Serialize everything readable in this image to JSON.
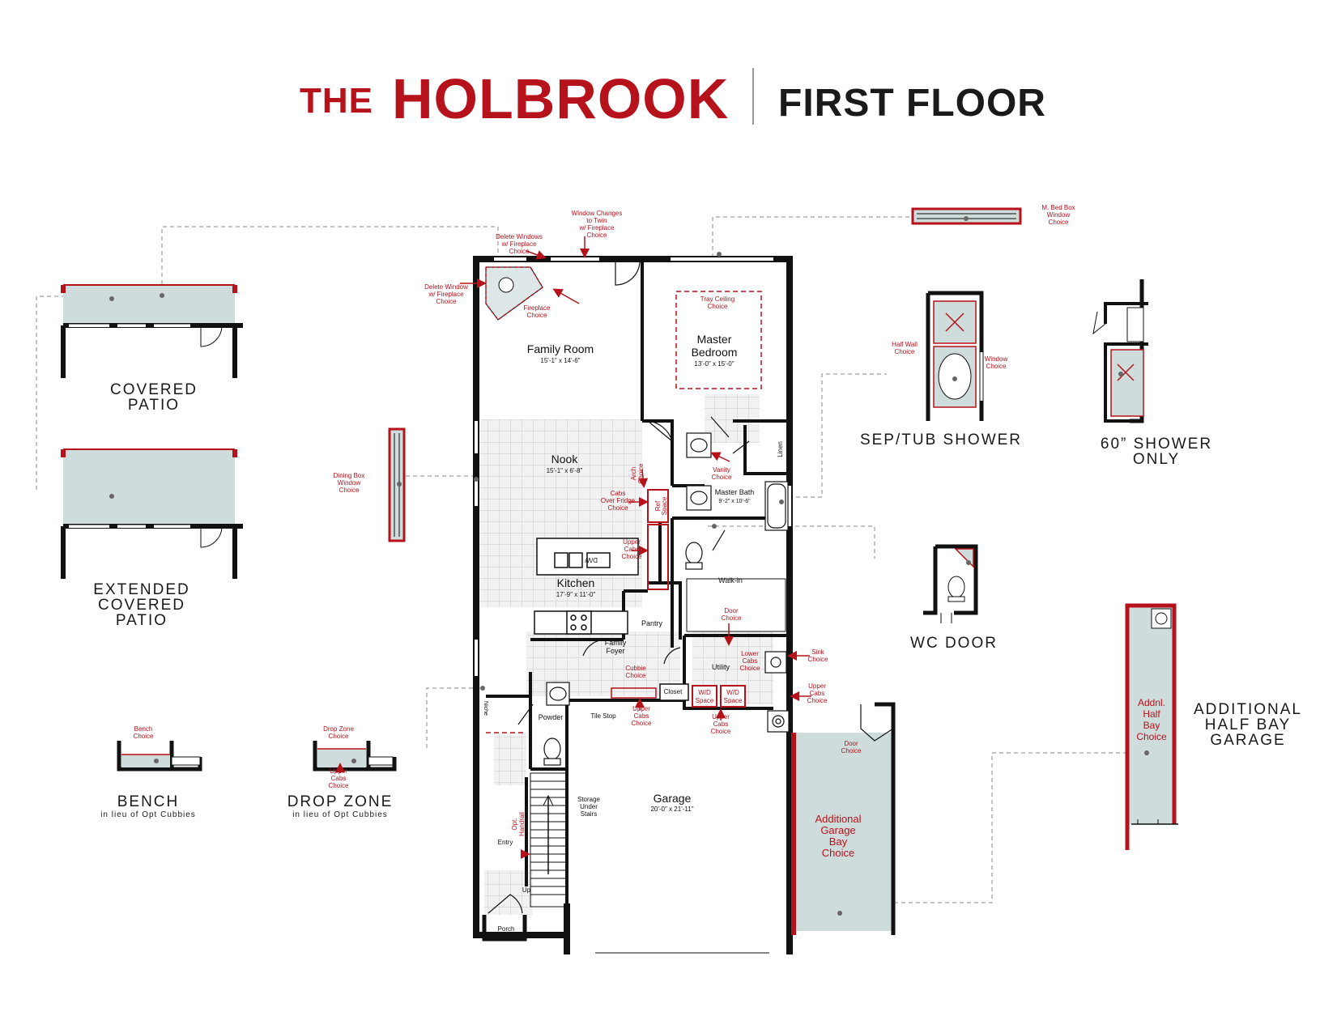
{
  "header": {
    "the": "THE",
    "name": "HOLBROOK",
    "floor": "FIRST FLOOR"
  },
  "colors": {
    "accent": "#b5121b",
    "wall": "#111111",
    "option_fill": "#cfdcdc",
    "tile": "#eeeeee"
  },
  "rooms": {
    "family_room": {
      "name": "Family Room",
      "dims": "15'-1\" x 14'-6\""
    },
    "master_bedroom": {
      "name1": "Master",
      "name2": "Bedroom",
      "dims": "13'-0\" x 15'-0\""
    },
    "nook": {
      "name": "Nook",
      "dims": "15'-1\" x 6'-8\""
    },
    "kitchen": {
      "name": "Kitchen",
      "dims": "17'-9\" x 11'-0\""
    },
    "master_bath": {
      "name": "Master Bath",
      "dims": "9'-2\" x 10'-6\""
    },
    "walk_in": "Walk-in",
    "linen": "Linen",
    "pantry": "Pantry",
    "family_foyer": [
      "Family",
      "Foyer"
    ],
    "utility": "Utility",
    "closet": "Closet",
    "powder": "Powder",
    "niche": "Niche",
    "tile_stop": "Tile Stop",
    "storage": [
      "Storage",
      "Under",
      "Stairs"
    ],
    "garage": {
      "name": "Garage",
      "dims": "20'-0\" x 21'-11\""
    },
    "entry": "Entry",
    "porch": "Porch",
    "up": "Up",
    "dw": "D/W"
  },
  "options": {
    "window_changes": [
      "Window Changes",
      "to Twin",
      "w/ Fireplace",
      "Choice"
    ],
    "delete_windows_top": [
      "Delete Windows",
      "w/ Fireplace",
      "Choice"
    ],
    "delete_window_left": [
      "Delete Window",
      "w/ Fireplace",
      "Choice"
    ],
    "fireplace": [
      "Fireplace",
      "Choice"
    ],
    "tray_ceiling": [
      "Tray Ceiling",
      "Choice"
    ],
    "arch": [
      "Arch",
      "Choice"
    ],
    "cabs_over_fridge": [
      "Cabs",
      "Over Fridge",
      "Choice"
    ],
    "ref_space": [
      "Ref",
      "Space"
    ],
    "upper_cabs_kitchen": [
      "Upper",
      "Cabs",
      "Choice"
    ],
    "vanity": [
      "Vanity",
      "Choice"
    ],
    "door": [
      "Door",
      "Choice"
    ],
    "lower_cabs": [
      "Lower",
      "Cabs",
      "Choice"
    ],
    "sink": [
      "Sink",
      "Choice"
    ],
    "cubbie": [
      "Cubbie",
      "Choice"
    ],
    "upper_cabs_foyer": [
      "Upper",
      "Cabs",
      "Choice"
    ],
    "upper_cabs_utility": [
      "Upper",
      "Cabs",
      "Choice"
    ],
    "upper_cabs_right": [
      "Upper",
      "Cabs",
      "Choice"
    ],
    "wd_space": [
      "W/D",
      "Space"
    ],
    "opt_handrail": [
      "Opt.",
      "Handrail"
    ],
    "dining_box": [
      "Dining Box",
      "Window",
      "Choice"
    ],
    "mbed_box": [
      "M. Bed Box",
      "Window",
      "Choice"
    ],
    "garage_door": [
      "Door",
      "Choice"
    ],
    "additional_garage_bay": [
      "Additional",
      "Garage",
      "Bay",
      "Choice"
    ],
    "half_wall": [
      "Half Wall",
      "Choice"
    ],
    "window_choice": [
      "Window",
      "Choice"
    ],
    "addnl_half_bay": [
      "Addnl.",
      "Half",
      "Bay",
      "Choice"
    ],
    "bench_choice": [
      "Bench",
      "Choice"
    ],
    "drop_zone_choice": [
      "Drop Zone",
      "Choice"
    ],
    "drop_zone_upper": [
      "Upper",
      "Cabs",
      "Choice"
    ]
  },
  "insets": {
    "covered_patio": [
      "COVERED",
      "PATIO"
    ],
    "extended_covered_patio": [
      "EXTENDED",
      "COVERED",
      "PATIO"
    ],
    "bench": {
      "title": "BENCH",
      "sub": "in lieu of Opt Cubbies"
    },
    "drop_zone": {
      "title": "DROP ZONE",
      "sub": "in lieu of Opt Cubbies"
    },
    "sep_tub_shower": "SEP/TUB SHOWER",
    "shower_60": [
      "60” SHOWER",
      "ONLY"
    ],
    "wc_door": "WC DOOR",
    "additional_half_bay": [
      "ADDITIONAL",
      "HALF BAY",
      "GARAGE"
    ]
  }
}
